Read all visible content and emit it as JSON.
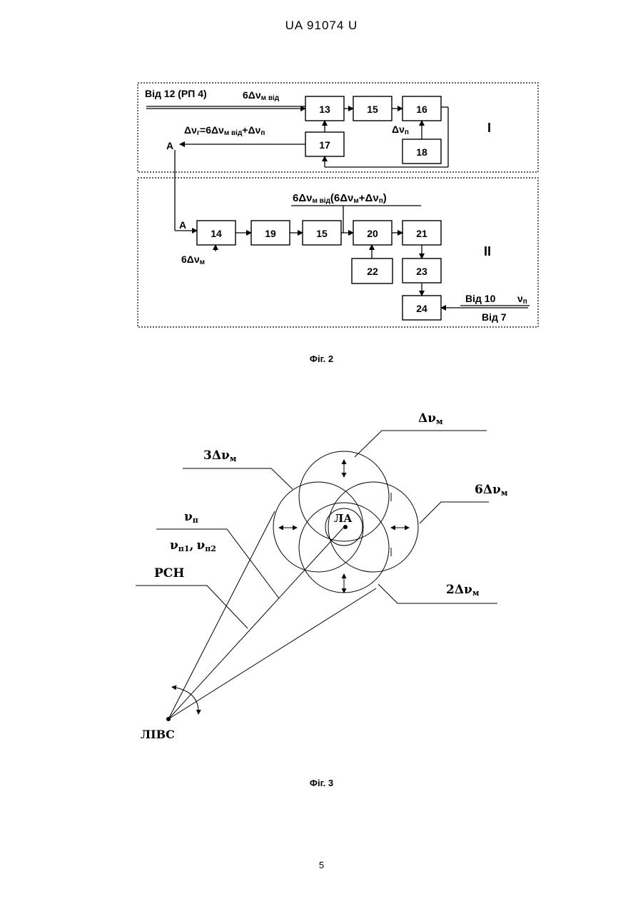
{
  "header": {
    "doc_number": "UA   91074   U"
  },
  "fig2": {
    "caption": "Фіг. 2",
    "in_top": "Від 12 (РП 4)",
    "sig_top": "6Δν",
    "sig_top_sub": "м від",
    "sig_r_a": "Δν",
    "sig_r_a_sub": "г",
    "sig_r_b": "=6Δν",
    "sig_r_b_sub": "м від",
    "sig_r_c": "+Δν",
    "sig_r_c_sub": "п",
    "sig_dvp": "Δν",
    "sig_dvp_sub": "п",
    "node_a1": "А",
    "node_a2": "А",
    "sig_mid_a": "6Δν",
    "sig_mid_a_sub": "м від",
    "sig_mid_b": "(6Δν",
    "sig_mid_b_sub": "м",
    "sig_mid_c": "+Δν",
    "sig_mid_c_sub": "п",
    "sig_mid_d": ")",
    "sig_6dvm": "6Δν",
    "sig_6dvm_sub": "м",
    "from10": "Від 10",
    "nu_p": "ν",
    "nu_p_sub": "п",
    "from7": "Від 7",
    "sec1": "I",
    "sec2": "II",
    "blocks": {
      "b13": "13",
      "b15a": "15",
      "b16": "16",
      "b17": "17",
      "b18": "18",
      "b14": "14",
      "b19": "19",
      "b15b": "15",
      "b20": "20",
      "b21": "21",
      "b22": "22",
      "b23": "23",
      "b24": "24"
    }
  },
  "fig3": {
    "caption": "Фіг. 3",
    "l_dvm": "Δν",
    "l_dvm_sub": "м",
    "l_3dvm": "3Δν",
    "l_3dvm_sub": "м",
    "l_6dvm": "6Δν",
    "l_6dvm_sub": "м",
    "l_2dvm": "2Δν",
    "l_2dvm_sub": "м",
    "l_nup": "ν",
    "l_nup_sub": "п",
    "l_nup1": "ν",
    "l_nup1_sub": "п1",
    "l_comma": ",",
    "l_nup2": "ν",
    "l_nup2_sub": "п2",
    "l_rsn": "РСН",
    "l_la": "ЛА",
    "l_libc": "ЛІВС"
  },
  "footer": {
    "page_number": "5"
  }
}
